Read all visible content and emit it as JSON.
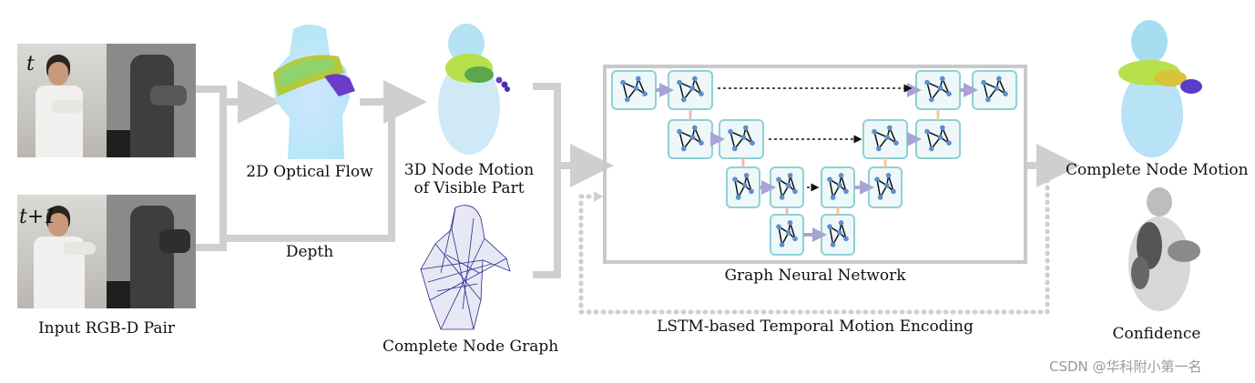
{
  "labels": {
    "input_rgbd": "Input RGB-D Pair",
    "time_t": "t",
    "time_t1": "t+1",
    "optical_flow": "2D Optical Flow",
    "depth": "Depth",
    "node_motion_line1": "3D Node Motion",
    "node_motion_line2": "of Visible Part",
    "node_graph": "Complete Node Graph",
    "gnn": "Graph Neural Network",
    "lstm": "LSTM-based Temporal Motion Encoding",
    "complete_motion": "Complete Node Motion",
    "confidence": "Confidence"
  },
  "watermark": "CSDN @华科附小第一名",
  "colors": {
    "arrow_gray": "#cfcfcf",
    "node_box": "#8fd0d6",
    "node_dot": "#5b8fd0",
    "down_arrow": "#f2b8b8",
    "up_arrow": "#f7c98c",
    "skip_arrow": "#a9a3d4",
    "mesh": "#2a2a8a"
  }
}
